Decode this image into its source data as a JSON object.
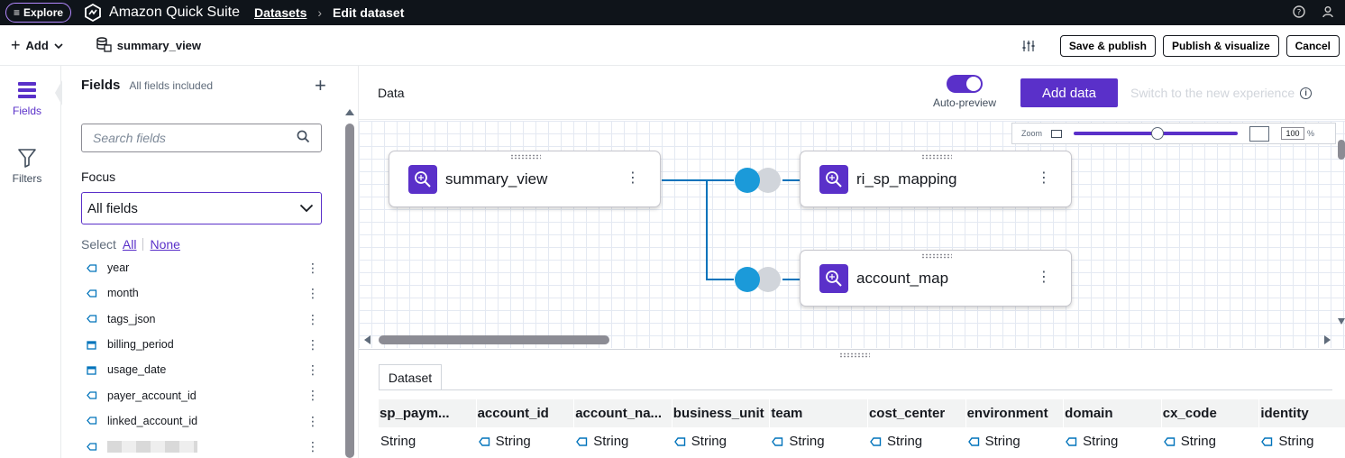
{
  "topbar": {
    "explore_label": "Explore",
    "brand": "Amazon Quick Suite",
    "crumb_datasets": "Datasets",
    "crumb_current": "Edit dataset"
  },
  "toolbar": {
    "add_label": "Add",
    "dataset_name": "summary_view",
    "save_publish": "Save & publish",
    "publish_visualize": "Publish & visualize",
    "cancel": "Cancel"
  },
  "rail": {
    "fields_label": "Fields",
    "filters_label": "Filters"
  },
  "fields_panel": {
    "title": "Fields",
    "subtitle": "All fields included",
    "search_placeholder": "Search fields",
    "focus_label": "Focus",
    "focus_value": "All fields",
    "select_label": "Select",
    "select_all": "All",
    "select_none": "None",
    "items": [
      {
        "name": "year",
        "icon": "string-icon"
      },
      {
        "name": "month",
        "icon": "string-icon"
      },
      {
        "name": "tags_json",
        "icon": "string-icon"
      },
      {
        "name": "billing_period",
        "icon": "date-icon"
      },
      {
        "name": "usage_date",
        "icon": "date-icon"
      },
      {
        "name": "payer_account_id",
        "icon": "string-icon"
      },
      {
        "name": "linked_account_id",
        "icon": "string-icon"
      }
    ]
  },
  "main": {
    "data_title": "Data",
    "auto_preview": "Auto-preview",
    "add_data": "Add data",
    "switch_experience": "Switch to the new experience",
    "zoom_label": "Zoom",
    "zoom_value": "100",
    "zoom_unit": "%",
    "nodes": [
      {
        "label": "summary_view"
      },
      {
        "label": "ri_sp_mapping"
      },
      {
        "label": "account_map"
      }
    ],
    "preview_tab": "Dataset",
    "columns": [
      {
        "name": "sp_paym...",
        "type": "String"
      },
      {
        "name": "account_id",
        "type": "String"
      },
      {
        "name": "account_na...",
        "type": "String"
      },
      {
        "name": "business_unit",
        "type": "String"
      },
      {
        "name": "team",
        "type": "String"
      },
      {
        "name": "cost_center",
        "type": "String"
      },
      {
        "name": "environment",
        "type": "String"
      },
      {
        "name": "domain",
        "type": "String"
      },
      {
        "name": "cx_code",
        "type": "String"
      },
      {
        "name": "identity",
        "type": "String"
      }
    ]
  },
  "colors": {
    "accent": "#5a30c9",
    "link_line": "#0073bb",
    "join_dot": "#1b9ad9"
  }
}
